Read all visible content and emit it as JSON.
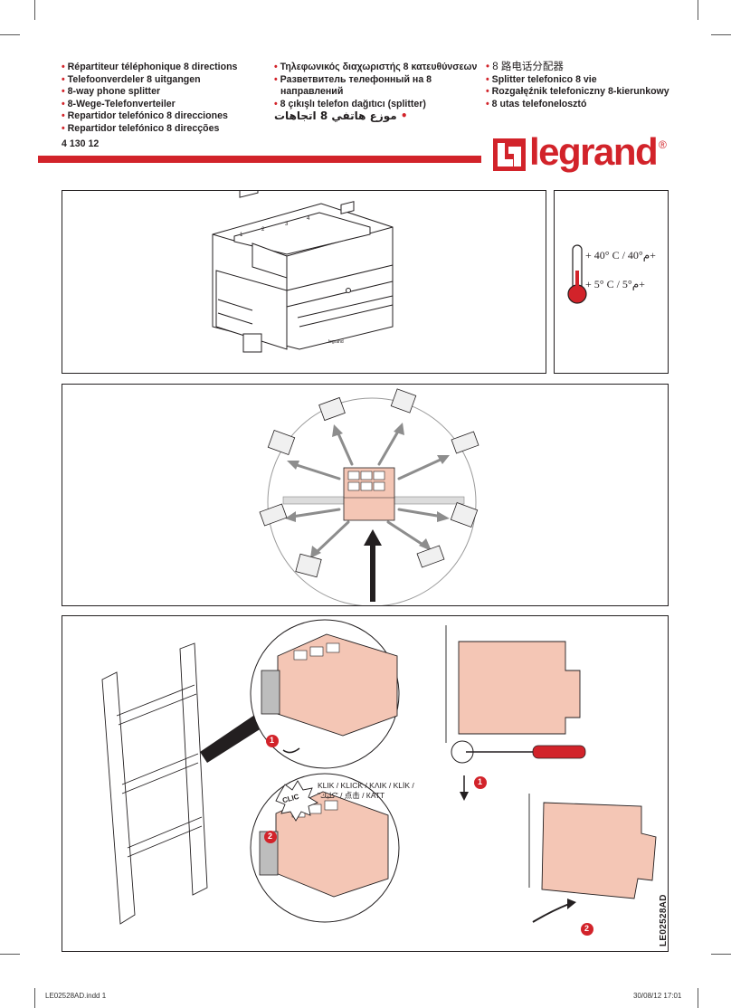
{
  "titles": {
    "col1": [
      "Répartiteur téléphonique 8 directions",
      "Telefoonverdeler 8 uitgangen",
      "8-way phone splitter",
      "8-Wege-Telefonverteiler",
      "Repartidor telefónico 8 direcciones",
      "Repartidor telefónico 8 direcções"
    ],
    "col2": [
      "Τηλεφωνικός διαχωριστής 8 κατευθύνσεων",
      "Разветвитель телефонный на 8",
      "направлений",
      "8 çıkışlı telefon dağıtıcı (splitter)",
      "موزع هاتفي 8 اتجاهات"
    ],
    "col3": [
      "8 路电话分配器",
      "Splitter telefonico 8 vie",
      "Rozgałęźnik telefoniczny 8-kierunkowy",
      "8 utas telefonelosztó"
    ]
  },
  "reference": "4 130 12",
  "brand": {
    "name": "legrand",
    "registered": "®",
    "color": "#d2232a"
  },
  "temperature": {
    "max": "+ 40° C / م°40+",
    "min": "+ 5° C / م°5+"
  },
  "install": {
    "klik_line1": "KLIK / KLICK / ΚΛΙΚ / KLİK /",
    "klik_line2": "\"كليك\" / 点击 / КАТТ",
    "clic": "CLIC",
    "step1": "1",
    "step2": "2"
  },
  "doc_code": "LE02528AD",
  "footer": {
    "file": "LE02528AD.indd   1",
    "date": "30/08/12   17:01"
  },
  "colors": {
    "accent": "#d2232a",
    "device_pink": "#f4c6b5"
  }
}
